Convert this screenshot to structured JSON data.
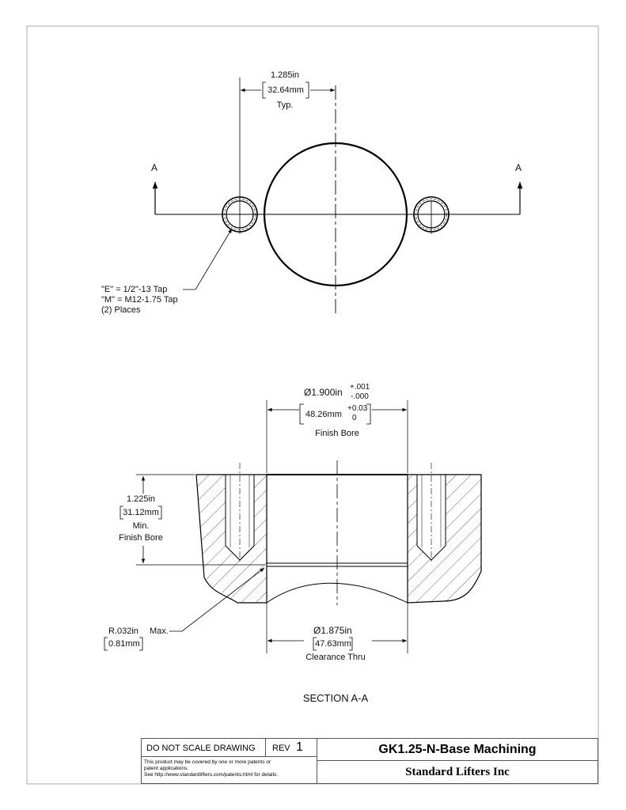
{
  "top_view": {
    "spacing_in": "1.285in",
    "spacing_mm": "32.64mm",
    "spacing_note": "Typ.",
    "section_mark_left": "A",
    "section_mark_right": "A",
    "tap_note_line1": "\"E\" = 1/2\"-13 Tap",
    "tap_note_line2": "\"M\" = M12-1.75 Tap",
    "tap_note_line3": "(2) Places"
  },
  "section_view": {
    "bore_dia_in": "1.900in",
    "bore_tol_plus_in": "+.001",
    "bore_tol_minus_in": "-.000",
    "bore_dia_mm": "48.26mm",
    "bore_tol_plus_mm": "+0.03",
    "bore_tol_minus_mm": "0",
    "bore_note": "Finish Bore",
    "depth_in": "1.225in",
    "depth_mm": "31.12mm",
    "depth_note1": "Min.",
    "depth_note2": "Finish Bore",
    "radius_in": "R.032in",
    "radius_note": "Max.",
    "radius_mm": "0.81mm",
    "clear_dia_in": "1.875in",
    "clear_dia_mm": "47.63mm",
    "clear_note": "Clearance Thru",
    "diameter_symbol": "Ø",
    "title": "SECTION A-A"
  },
  "title_block": {
    "do_not_scale": "DO NOT SCALE DRAWING",
    "rev_label": "REV",
    "rev_value": "1",
    "patent_line1": "This product may be covered by one or more patents or",
    "patent_line2": "patent applications.",
    "patent_line3": "See http://www.standardlifters.com/patents.html for details.",
    "drawing_title": "GK1.25-N-Base Machining",
    "company": "Standard Lifters Inc"
  }
}
